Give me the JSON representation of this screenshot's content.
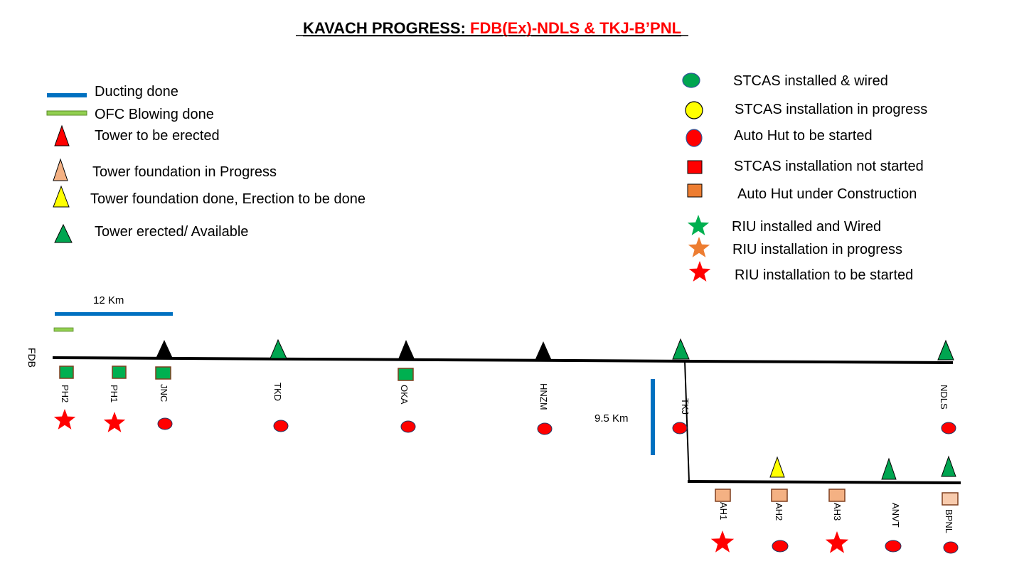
{
  "title": {
    "prefix": "KAVACH  PROGRESS: ",
    "route": "FDB(Ex)-NDLS & TKJ-B’PNL",
    "route_color": "#ff0000"
  },
  "colors": {
    "ducting": "#0070c0",
    "ofc": "#92d050",
    "red": "#ff0000",
    "green": "#00b050",
    "yellow": "#ffff00",
    "salmon": "#f4b183",
    "orange": "#ed7d31",
    "black": "#000000"
  },
  "legend_left": [
    {
      "label": "Ducting done",
      "icon": "ducting-line-icon"
    },
    {
      "label": "OFC Blowing done",
      "icon": "ofc-line-icon"
    },
    {
      "label": "Tower to be erected",
      "icon": "red-triangle-icon"
    },
    {
      "label": "Tower foundation in Progress",
      "icon": "salmon-triangle-icon"
    },
    {
      "label": "Tower foundation done, Erection to be done",
      "icon": "yellow-triangle-icon"
    },
    {
      "label": "Tower erected/ Available",
      "icon": "green-triangle-icon"
    }
  ],
  "legend_right": [
    {
      "label": "STCAS installed & wired",
      "icon": "green-circle-icon"
    },
    {
      "label": "STCAS installation in progress",
      "icon": "yellow-circle-icon"
    },
    {
      "label": "Auto Hut to be started",
      "icon": "red-circle-icon"
    },
    {
      "label": "STCAS installation not started",
      "icon": "red-square-icon"
    },
    {
      "label": "Auto Hut under Construction",
      "icon": "orange-square-icon"
    },
    {
      "label": "RIU installed and Wired",
      "icon": "green-star-icon"
    },
    {
      "label": "RIU installation in progress",
      "icon": "orange-star-icon"
    },
    {
      "label": "RIU installation to be started",
      "icon": "red-star-icon"
    }
  ],
  "scale_labels": {
    "main_ducting": "12 Km",
    "branch_ducting": "9.5 Km"
  },
  "main_line": {
    "start_label": "FDB",
    "stations": [
      "PH2",
      "PH1",
      "JNC",
      "TKD",
      "OKA",
      "HNZM",
      "TKJ",
      "NDLS"
    ]
  },
  "branch_line": {
    "stations": [
      "AH1",
      "AH2",
      "AH3",
      "ANVT",
      "BPNL"
    ]
  }
}
